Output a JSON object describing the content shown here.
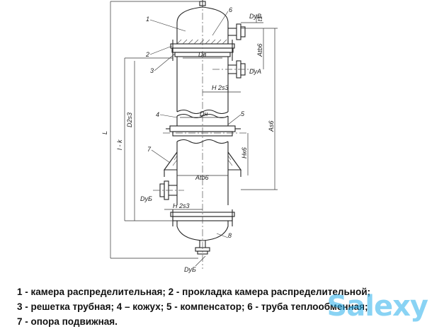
{
  "callouts": [
    "1",
    "2",
    "3",
    "4",
    "5",
    "6",
    "7",
    "8"
  ],
  "dimension_labels": {
    "dv": "Dв",
    "dn": "Dн",
    "dy_b_top": "DyB",
    "dy_a": "DyA",
    "dy_b_bottom": "DyБ",
    "dy_b_left": "DyБ",
    "l": "L",
    "l_k": "l - k",
    "d2s3": "D2s3",
    "h2s3_top": "H 2s3",
    "h2s3_bottom": "H 2s3",
    "t1": "t1",
    "a_tb6": "Atb6",
    "a_s6": "As6",
    "h_k6": "Hк6",
    "a_tb6_mid": "Atb6"
  },
  "legend": [
    "1 - камера распределительная; 2 - прокладка камера распределительной;",
    "3 - решетка трубная; 4 – кожух; 5 - компенсатор; 6 - труба теплообменная;",
    "7 - опора подвижная."
  ],
  "watermark": "Salexy"
}
